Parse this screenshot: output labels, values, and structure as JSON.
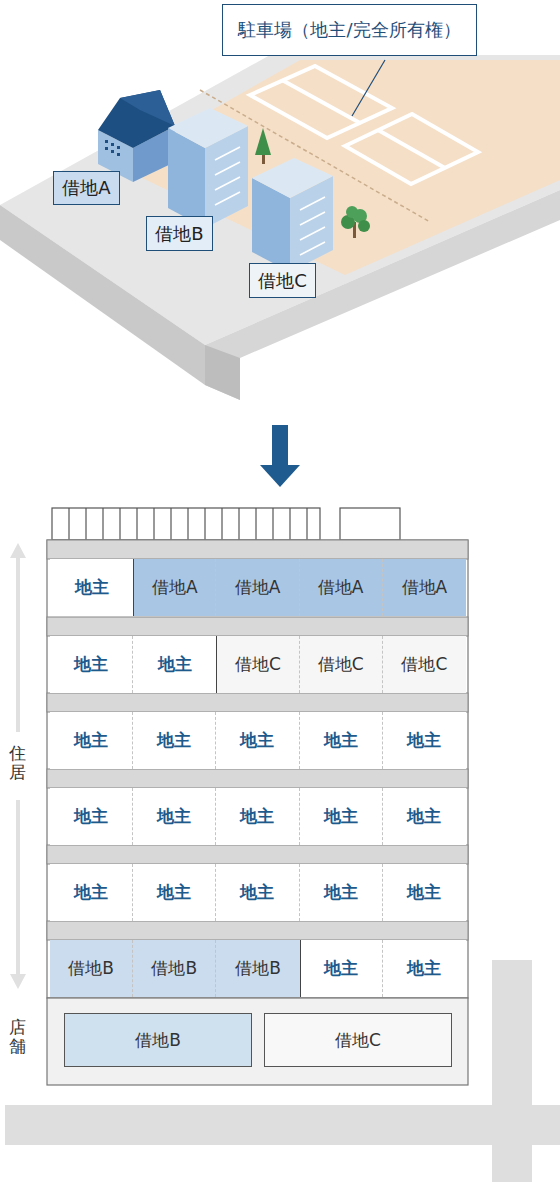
{
  "diagram": {
    "nodes": [
      {
        "text": [
          "駐車場（地主/完全所有権）"
        ]
      },
      {
        "text": [
          "借地A"
        ]
      },
      {
        "text": [
          "借地B"
        ]
      },
      {
        "text": [
          "借地C"
        ]
      },
      {
        "text": [
          "地主"
        ]
      },
      {
        "text": [
          "借地A"
        ]
      },
      {
        "text": [
          "借地A"
        ]
      },
      {
        "text": [
          "借地A"
        ]
      },
      {
        "text": [
          "借地A"
        ]
      },
      {
        "text": [
          "地主"
        ]
      },
      {
        "text": [
          "地主"
        ]
      },
      {
        "text": [
          "借地C"
        ]
      },
      {
        "text": [
          "借地C"
        ]
      },
      {
        "text": [
          "借地C"
        ]
      },
      {
        "text": [
          "地主"
        ]
      },
      {
        "text": [
          "地主"
        ]
      },
      {
        "text": [
          "地主"
        ]
      },
      {
        "text": [
          "地主"
        ]
      },
      {
        "text": [
          "地主"
        ]
      },
      {
        "text": [
          "地主"
        ]
      },
      {
        "text": [
          "地主"
        ]
      },
      {
        "text": [
          "地主"
        ]
      },
      {
        "text": [
          "地主"
        ]
      },
      {
        "text": [
          "地主"
        ]
      },
      {
        "text": [
          "地主"
        ]
      },
      {
        "text": [
          "地主"
        ]
      },
      {
        "text": [
          "地主"
        ]
      },
      {
        "text": [
          "地主"
        ]
      },
      {
        "text": [
          "地主"
        ]
      },
      {
        "text": [
          "借地B"
        ]
      },
      {
        "text": [
          "借地B"
        ]
      },
      {
        "text": [
          "借地B"
        ]
      },
      {
        "text": [
          "地主"
        ]
      },
      {
        "text": [
          "地主"
        ]
      },
      {
        "text": [
          "借地B"
        ]
      },
      {
        "text": [
          "借地C"
        ]
      }
    ],
    "labels": [
      "住居",
      "店舗"
    ]
  }
}
